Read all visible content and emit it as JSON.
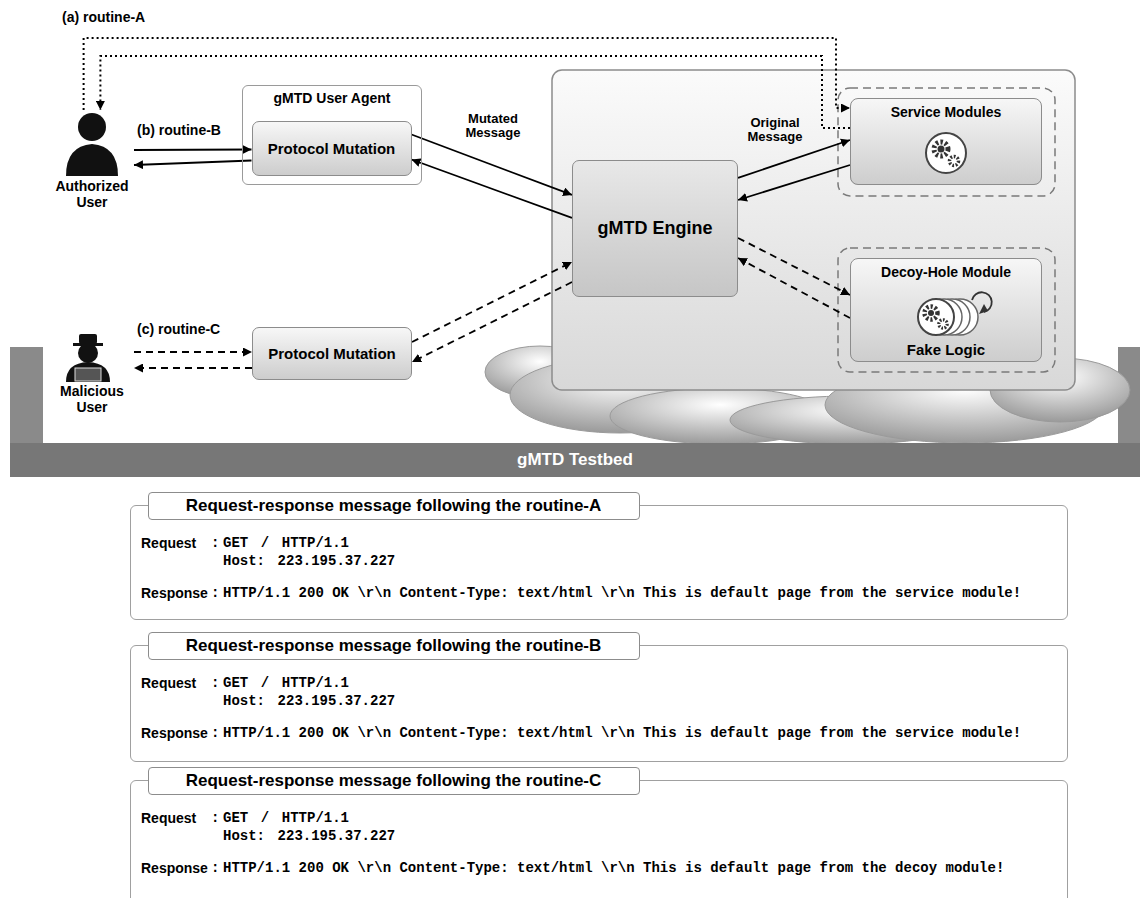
{
  "diagram": {
    "nodes": [
      {
        "text": [
          "Authorized User"
        ]
      },
      {
        "text": [
          "gMTD User Agent"
        ]
      },
      {
        "text": [
          "Protocol Mutation"
        ],
        "in": 1
      },
      {
        "text": [
          "Malicious User"
        ]
      },
      {
        "text": [
          "Protocol Mutation"
        ]
      },
      {
        "text": [
          "gMTD Engine"
        ]
      },
      {
        "text": [
          "Service Modules"
        ]
      },
      {
        "text": [
          "Decoy-Hole Module",
          "Fake Logic"
        ]
      },
      {
        "text": [
          "gMTD Testbed"
        ]
      },
      {
        "text": [
          "Request",
          ":",
          "GET / HTTP/1.1 Host: 223.195.37.227",
          "Response",
          ":",
          "HTTP/1.1 200 OK \\r\\n Content-Type: text/html \\r\\n This is default page from the service module!"
        ]
      },
      {
        "text": [
          "Request-response message following the routine-A"
        ],
        "in": 9
      },
      {
        "text": [
          "Request",
          ":",
          "GET / HTTP/1.1 Host: 223.195.37.227",
          "Response",
          ":",
          "HTTP/1.1 200 OK \\r\\n Content-Type: text/html \\r\\n This is default page from the service module!"
        ]
      },
      {
        "text": [
          "Request-response message following the routine-B"
        ],
        "in": 11
      },
      {
        "text": [
          "Request",
          ":",
          "GET / HTTP/1.1 Host: 223.195.37.227",
          "Response",
          ":",
          "HTTP/1.1 200 OK \\r\\n Content-Type: text/html \\r\\n This is default page from the decoy module!"
        ]
      },
      {
        "text": [
          "Request-response message following the routine-C"
        ],
        "in": 13
      }
    ],
    "edges": [
      {
        "from": 0,
        "to": 6,
        "arrow": "to",
        "label": "(a) routine-A"
      },
      {
        "from": 6,
        "to": 0,
        "arrow": "to"
      },
      {
        "from": 0,
        "to": 2,
        "arrow": "to",
        "label": "(b) routine-B"
      },
      {
        "from": 2,
        "to": 0,
        "arrow": "to"
      },
      {
        "from": 2,
        "to": 5,
        "arrow": "to",
        "label": "Mutated Message"
      },
      {
        "from": 5,
        "to": 2,
        "arrow": "to"
      },
      {
        "from": 5,
        "to": 6,
        "arrow": "to",
        "label": "Original Message"
      },
      {
        "from": 6,
        "to": 5,
        "arrow": "to"
      },
      {
        "from": 3,
        "to": 4,
        "arrow": "to",
        "label": "(c) routine-C"
      },
      {
        "from": 4,
        "to": 3,
        "arrow": "to"
      },
      {
        "from": 4,
        "to": 5,
        "arrow": "to"
      },
      {
        "from": 5,
        "to": 4,
        "arrow": "to"
      },
      {
        "from": 5,
        "to": 7,
        "arrow": "to"
      },
      {
        "from": 7,
        "to": 5,
        "arrow": "to"
      }
    ]
  }
}
